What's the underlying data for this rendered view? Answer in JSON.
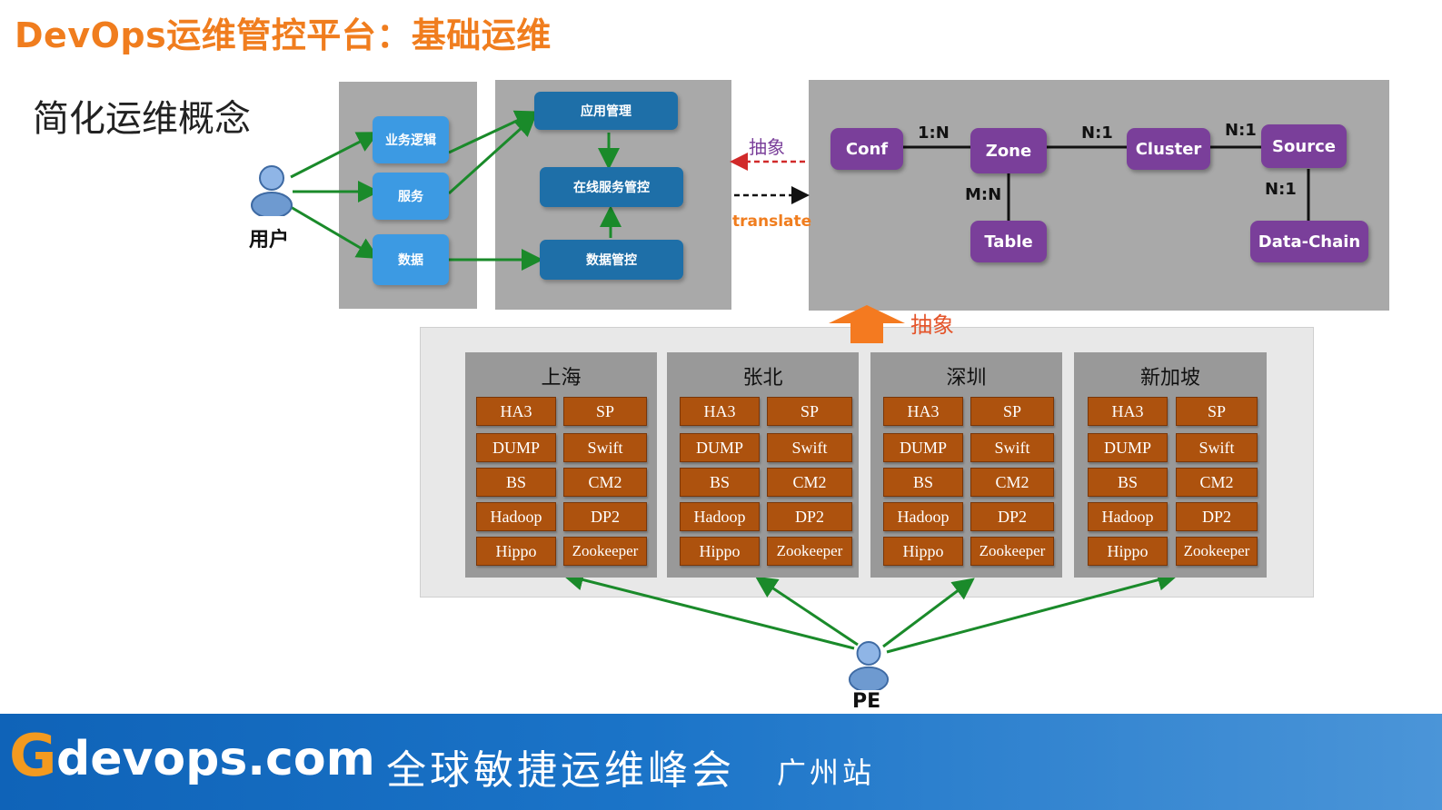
{
  "title": "DevOps运维管控平台：基础运维",
  "subtitle": "简化运维概念",
  "user": {
    "label": "用户"
  },
  "pe": {
    "label": "PE"
  },
  "entry_nodes": [
    "业务逻辑",
    "服务",
    "数据"
  ],
  "control_nodes": {
    "app": "应用管理",
    "online": "在线服务管控",
    "data": "数据管控"
  },
  "mapping": {
    "abstract": "抽象",
    "translate": "translate",
    "abstract_up": "抽象"
  },
  "entities": {
    "conf": "Conf",
    "zone": "Zone",
    "cluster": "Cluster",
    "source": "Source",
    "table": "Table",
    "data_chain": "Data-Chain"
  },
  "relations": {
    "conf_zone": "1:N",
    "zone_cluster": "N:1",
    "cluster_source": "N:1",
    "zone_table": "M:N",
    "source_chain": "N:1"
  },
  "regions": [
    {
      "name": "上海",
      "services": [
        "HA3",
        "SP",
        "DUMP",
        "Swift",
        "BS",
        "CM2",
        "Hadoop",
        "DP2",
        "Hippo",
        "Zookeeper"
      ]
    },
    {
      "name": "张北",
      "services": [
        "HA3",
        "SP",
        "DUMP",
        "Swift",
        "BS",
        "CM2",
        "Hadoop",
        "DP2",
        "Hippo",
        "Zookeeper"
      ]
    },
    {
      "name": "深圳",
      "services": [
        "HA3",
        "SP",
        "DUMP",
        "Swift",
        "BS",
        "CM2",
        "Hadoop",
        "DP2",
        "Hippo",
        "Zookeeper"
      ]
    },
    {
      "name": "新加坡",
      "services": [
        "HA3",
        "SP",
        "DUMP",
        "Swift",
        "BS",
        "CM2",
        "Hadoop",
        "DP2",
        "Hippo",
        "Zookeeper"
      ]
    }
  ],
  "footer": {
    "logo_g": "G",
    "logo_rest": "devops.com",
    "event": "全球敏捷运维峰会",
    "city": "广州站"
  },
  "colors": {
    "title": "#f07d1e",
    "arrow_green": "#1a8a2a",
    "entity_purple": "#7a3f9a",
    "service_brown": "#ad520e",
    "up_arrow": "#f47a20"
  }
}
